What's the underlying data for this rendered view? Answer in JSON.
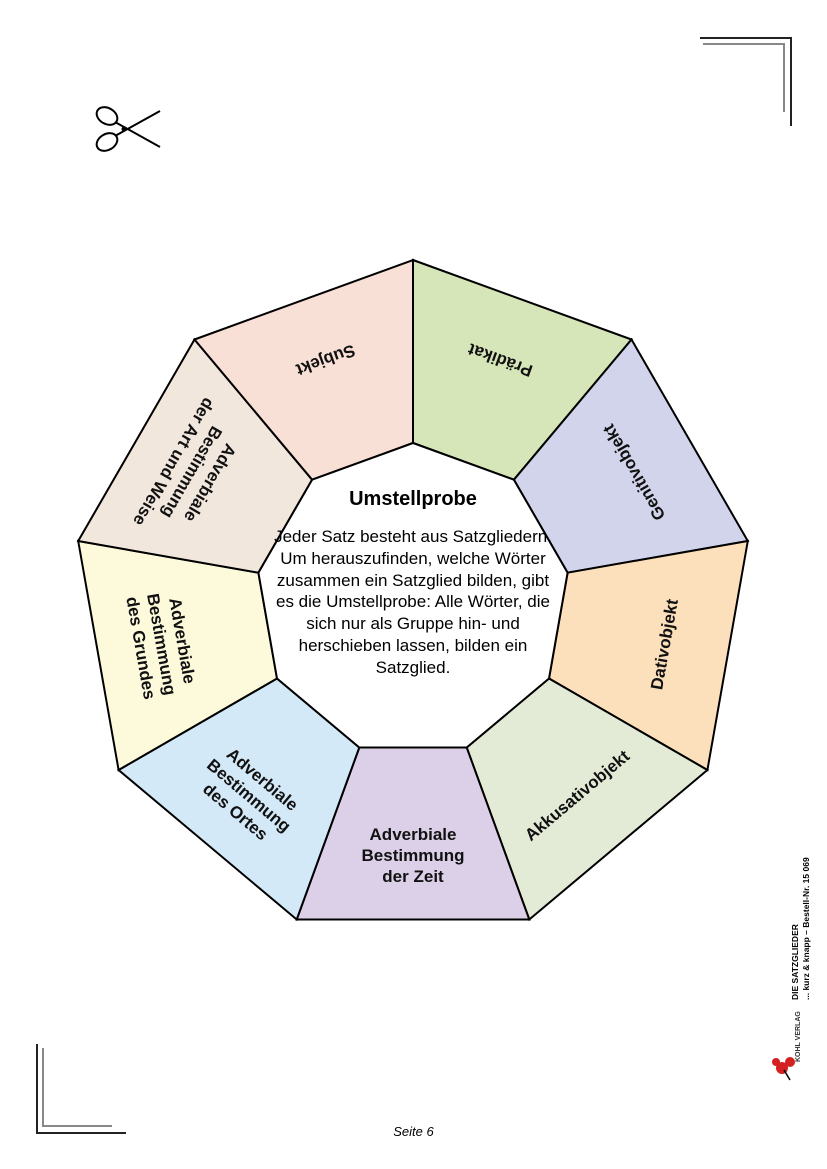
{
  "segments": [
    {
      "label": "Prädikat",
      "color": "#d7e6b8"
    },
    {
      "label": "Genitivobjekt",
      "color": "#d2d4ec"
    },
    {
      "label": "Dativobjekt",
      "color": "#fcdfbb"
    },
    {
      "label": "Akkusativobjekt",
      "color": "#e3ebd7"
    },
    {
      "label": [
        "Adverbiale",
        "Bestimmung",
        "der Zeit"
      ],
      "color": "#dccfe8"
    },
    {
      "label": [
        "Adverbiale",
        "Bestimmung",
        "des Ortes"
      ],
      "color": "#d4e9f8"
    },
    {
      "label": [
        "Adverbiale",
        "Bestimmung",
        "des Grundes"
      ],
      "color": "#fdfadc"
    },
    {
      "label": [
        "Adverbiale",
        "Bestimmung",
        "der Art und Weise"
      ],
      "color": "#f2e7dd"
    },
    {
      "label": "Subjekt",
      "color": "#f8e0d7"
    }
  ],
  "center": {
    "title": "Umstellprobe",
    "text": "Jeder Satz besteht aus Satzgliedern. Um herauszufinden, welche Wörter zusammen ein Satzglied bilden, gibt es die Umstellprobe: Alle Wörter, die sich nur als Gruppe hin- und herschieben lassen, bilden ein Satzglied."
  },
  "icons": {
    "scissors": "scissors-icon",
    "publisher_logo": "kohl-verlag-logo"
  },
  "footer": {
    "page": "Seite 6"
  },
  "side": {
    "line1": "DIE SATZGLIEDER",
    "line2": "... kurz & knapp  –  Bestell-Nr. 15 069",
    "publisher": "KOHL VERLAG"
  }
}
